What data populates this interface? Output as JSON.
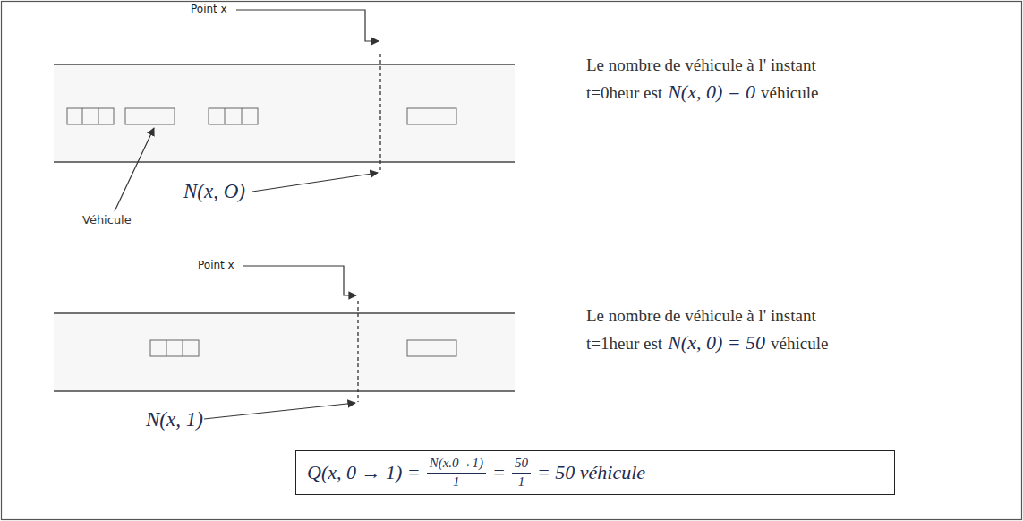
{
  "diagram": {
    "nodes": [
      {
        "text": [
          "Q(x, 0 → 1) =",
          "N(x.0→1)",
          "1",
          "=",
          "50",
          "1",
          "= 50 véhicule"
        ]
      }
    ],
    "labels": [
      "Point x",
      "Véhicule",
      "N(x, O)",
      "Le nombre de véhicule à l' instant",
      "t=0heur est",
      "N(x, 0) = 0",
      "véhicule",
      "Point x",
      "N(x, 1)",
      "Le nombre de véhicule à l' instant",
      "t=1heur est",
      "N(x, 0) = 50",
      "véhicule"
    ]
  }
}
